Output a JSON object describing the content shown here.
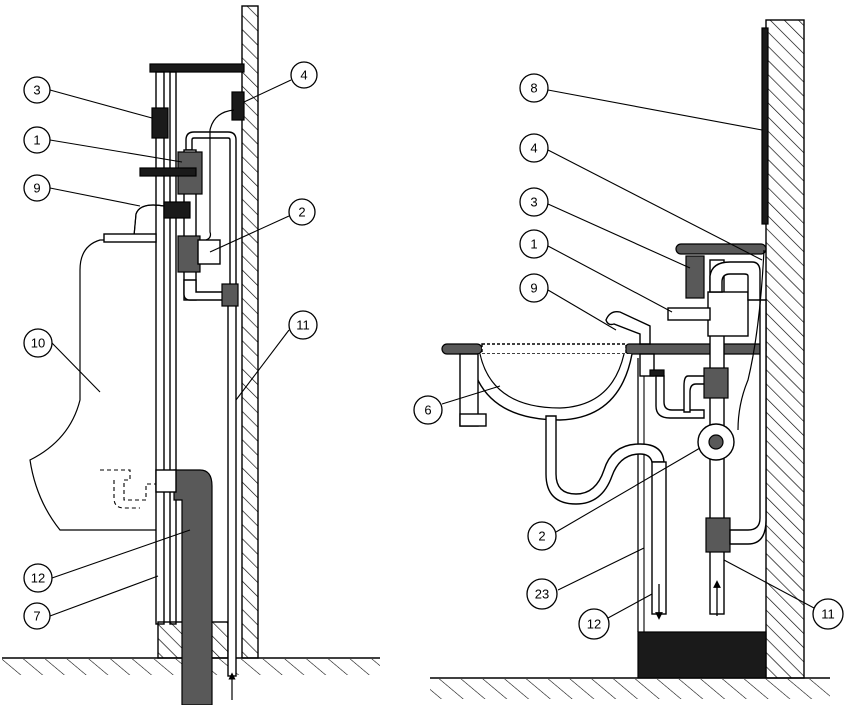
{
  "left_figure": {
    "callouts": [
      {
        "id": "l3",
        "label": "3"
      },
      {
        "id": "l4",
        "label": "4"
      },
      {
        "id": "l1",
        "label": "1"
      },
      {
        "id": "l9",
        "label": "9"
      },
      {
        "id": "l2",
        "label": "2"
      },
      {
        "id": "l11",
        "label": "11"
      },
      {
        "id": "l10",
        "label": "10"
      },
      {
        "id": "l12",
        "label": "12"
      },
      {
        "id": "l7",
        "label": "7"
      }
    ]
  },
  "right_figure": {
    "callouts": [
      {
        "id": "r8",
        "label": "8"
      },
      {
        "id": "r4",
        "label": "4"
      },
      {
        "id": "r3",
        "label": "3"
      },
      {
        "id": "r1",
        "label": "1"
      },
      {
        "id": "r9",
        "label": "9"
      },
      {
        "id": "r6",
        "label": "6"
      },
      {
        "id": "r2",
        "label": "2"
      },
      {
        "id": "r23",
        "label": "23"
      },
      {
        "id": "r12",
        "label": "12"
      },
      {
        "id": "r11",
        "label": "11"
      }
    ]
  },
  "colors": {
    "line": "#000000",
    "dark_fill": "#595959",
    "black_fill": "#1a1a1a",
    "background": "#ffffff"
  }
}
